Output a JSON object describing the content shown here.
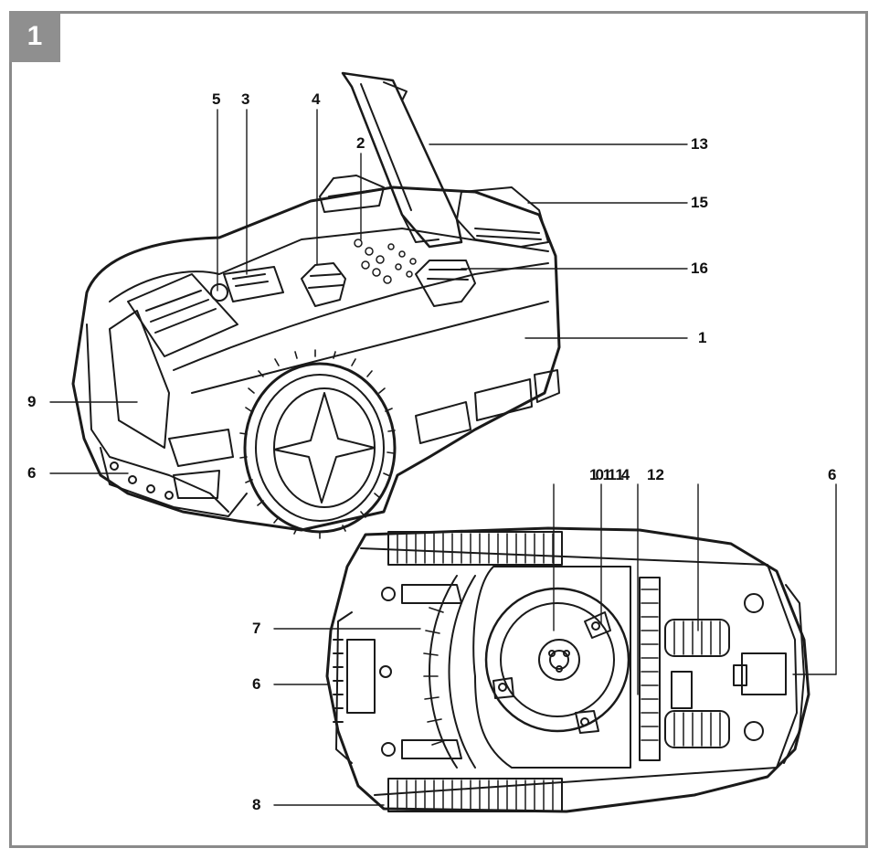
{
  "figure": {
    "number": "1"
  },
  "callouts": {
    "c1": "1",
    "c2": "2",
    "c3": "3",
    "c4": "4",
    "c5": "5",
    "c6a": "6",
    "c6b": "6",
    "c6c": "6",
    "c7": "7",
    "c8": "8",
    "c9": "9",
    "c13": "13",
    "c15": "15",
    "c16": "16",
    "c101114": "10 11 14",
    "c12": "12"
  }
}
